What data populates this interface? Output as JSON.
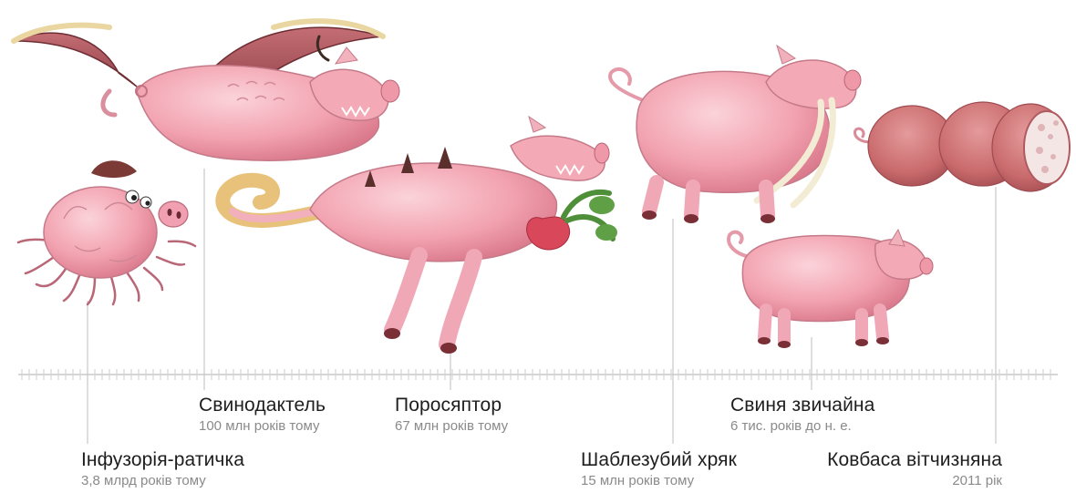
{
  "timeline": {
    "axis_color": "#c9c9c9",
    "label_color": "#1e1e1e",
    "sublabel_color": "#8a8a8a",
    "creature_palette": {
      "skin": "#f4a4b2",
      "skin_light": "#f9c9d1",
      "skin_shadow": "#d87a8c",
      "hoof": "#7a2e35",
      "horn": "#f0e2b6",
      "wing": "#b35a62",
      "leaf": "#4f8f3a",
      "beet": "#d9475a",
      "sausage": "#c96a6c",
      "sausage_cut": "#f5e6e6"
    },
    "stages": [
      {
        "id": "infusoria",
        "icon": "tentacled-pig-icon",
        "name": "Інфузорія-ратичка",
        "time": "3,8 млрд років тому"
      },
      {
        "id": "pigodactyl",
        "icon": "winged-pig-icon",
        "name": "Свинодактель",
        "time": "100 млн років тому"
      },
      {
        "id": "pigraptor",
        "icon": "dinosaur-pig-icon",
        "name": "Поросяптор",
        "time": "67 млн років тому"
      },
      {
        "id": "sabretooth",
        "icon": "tusked-boar-icon",
        "name": "Шаблезубий хряк",
        "time": "15 млн років тому"
      },
      {
        "id": "common-pig",
        "icon": "pig-icon",
        "name": "Свиня звичайна",
        "time": "6 тис. років до н. е."
      },
      {
        "id": "sausage",
        "icon": "sausage-icon",
        "name": "Ковбаса вітчизняна",
        "time": "2011 рік"
      }
    ]
  }
}
